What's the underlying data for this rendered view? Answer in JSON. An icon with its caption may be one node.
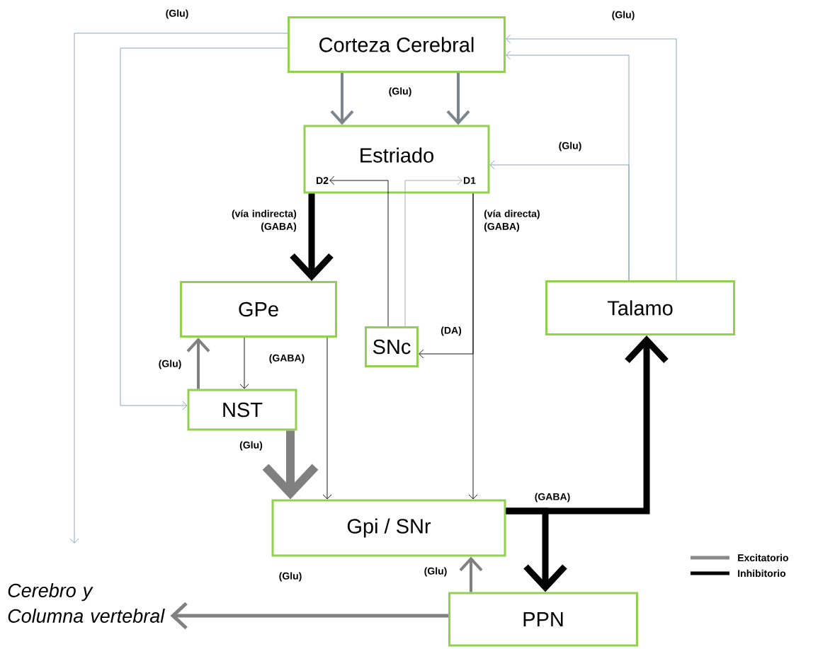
{
  "diagram": {
    "nodes": [
      {
        "text": [
          "Corteza Cerebral"
        ]
      },
      {
        "text": [
          "Estriado"
        ]
      },
      {
        "text": [
          "D2"
        ],
        "in": 1
      },
      {
        "text": [
          "D1"
        ],
        "in": 1
      },
      {
        "text": [
          "GPe"
        ]
      },
      {
        "text": [
          "SNc"
        ]
      },
      {
        "text": [
          "Talamo"
        ]
      },
      {
        "text": [
          "NST"
        ]
      },
      {
        "text": [
          "Gpi / SNr"
        ]
      },
      {
        "text": [
          "PPN"
        ]
      },
      {
        "text": [
          "Cerebro y Columna vertebral"
        ]
      }
    ],
    "edges": [
      {
        "from": 0,
        "to": null,
        "arrow": "to",
        "label": "(Glu)",
        "color": "#7f9cb8"
      },
      {
        "from": 0,
        "to": 7,
        "arrow": "to",
        "color": "#7f9cb8"
      },
      {
        "from": 0,
        "to": 1,
        "arrow": "to",
        "label": "(Glu)",
        "style": "thick",
        "color": "#7c858e"
      },
      {
        "from": 0,
        "to": 1,
        "arrow": "to",
        "style": "thick",
        "color": "#7c858e"
      },
      {
        "from": 6,
        "to": 0,
        "arrow": "to",
        "label": "(Glu)",
        "color": "#7f9cb8"
      },
      {
        "from": 6,
        "to": 0,
        "arrow": "to",
        "color": "#7f9cb8"
      },
      {
        "from": 6,
        "to": 1,
        "arrow": "to",
        "label": "(Glu)",
        "color": "#7f9cb8"
      },
      {
        "from": 5,
        "to": 2,
        "arrow": "to"
      },
      {
        "from": 5,
        "to": 3,
        "arrow": "to",
        "color": "#a0a0a0"
      },
      {
        "from": 1,
        "to": 4,
        "arrow": "to",
        "label": "(vía indirecta) (GABA)",
        "style": "thick"
      },
      {
        "from": 1,
        "to": 8,
        "arrow": "to",
        "label": "(vía directa) (GABA)"
      },
      {
        "from": 1,
        "to": 5,
        "arrow": "to",
        "label": "(DA)"
      },
      {
        "from": 4,
        "to": 7,
        "arrow": "to",
        "label": "(GABA)"
      },
      {
        "from": 7,
        "to": 4,
        "arrow": "to",
        "label": "(Glu)",
        "style": "thick",
        "color": "#808080"
      },
      {
        "from": 4,
        "to": 8,
        "arrow": "to"
      },
      {
        "from": 7,
        "to": 8,
        "arrow": "to",
        "label": "(Glu)",
        "style": "thick",
        "color": "#808080"
      },
      {
        "from": 8,
        "to": 6,
        "arrow": "to",
        "label": "(GABA)",
        "style": "thick"
      },
      {
        "from": 8,
        "to": 9,
        "arrow": "to",
        "style": "thick"
      },
      {
        "from": 9,
        "to": 8,
        "arrow": "to",
        "label": "(Glu)",
        "style": "thick",
        "color": "#808080"
      },
      {
        "from": 9,
        "to": 10,
        "arrow": "to",
        "label": "(Glu)",
        "style": "thick",
        "color": "#808080"
      }
    ],
    "legend": [
      {
        "text": "Excitatorio"
      },
      {
        "text": "Inhibitorio"
      }
    ]
  }
}
